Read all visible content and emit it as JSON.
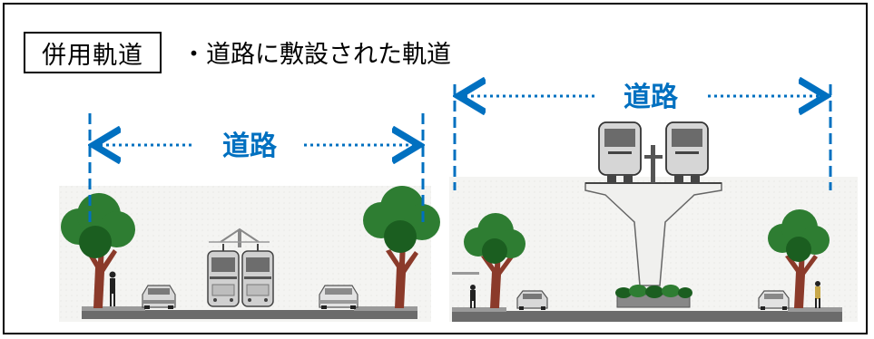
{
  "term": "併用軌道",
  "definition": "・道路に敷設された軌道",
  "left_section": {
    "road_label": "道路"
  },
  "right_section": {
    "road_label": "道路"
  },
  "colors": {
    "accent_blue": "#0070c0",
    "tree_foliage": "#2e7d32",
    "tree_trunk": "#8b3a2a",
    "ground": "#555555"
  },
  "icons": [
    "tree-icon",
    "car-icon",
    "tram-icon",
    "pedestrian-icon",
    "monorail-car-icon"
  ]
}
